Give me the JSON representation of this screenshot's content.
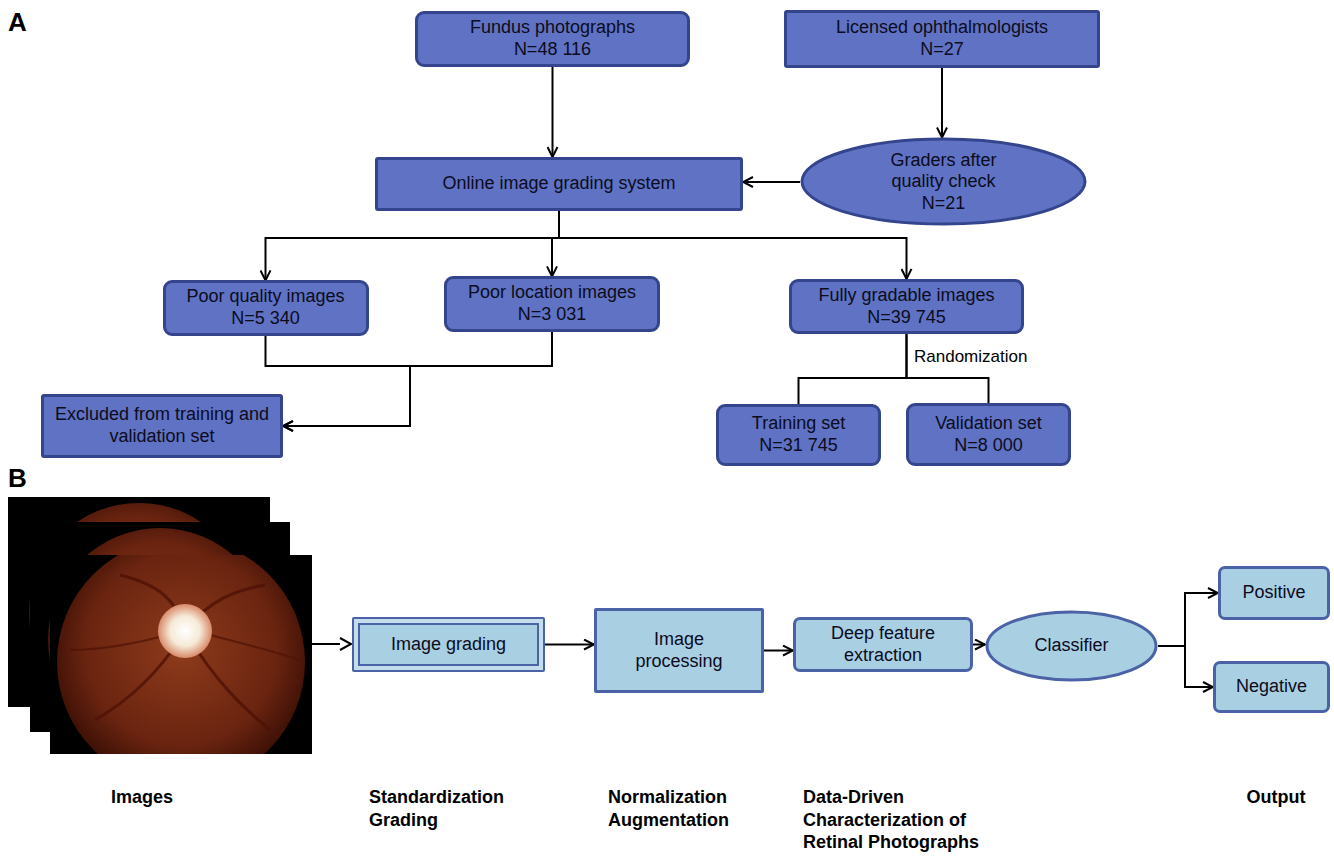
{
  "diagram": {
    "nodes": [
      {
        "text": [
          "Fundus photographs N=48 116"
        ]
      },
      {
        "text": [
          "Licensed ophthalmologists N=27"
        ]
      },
      {
        "text": [
          "Online image grading system"
        ]
      },
      {
        "text": [
          "Graders after quality check N=21"
        ]
      },
      {
        "text": [
          "Poor quality images N=5 340"
        ]
      },
      {
        "text": [
          "Poor location images N=3 031"
        ]
      },
      {
        "text": [
          "Fully gradable images N=39 745"
        ]
      },
      {
        "text": [
          "Excluded from training and validation set"
        ]
      },
      {
        "text": [
          "Training set N=31 745"
        ]
      },
      {
        "text": [
          "Validation set N=8 000"
        ]
      },
      {
        "text": [
          "Image grading"
        ]
      },
      {
        "text": [
          "Image processing"
        ]
      },
      {
        "text": [
          "Deep feature extraction"
        ]
      },
      {
        "text": [
          "Classifier"
        ]
      },
      {
        "text": [
          "Positive"
        ]
      },
      {
        "text": [
          "Negative"
        ]
      }
    ],
    "edges": [
      {
        "from": 0,
        "to": 2,
        "arrow": "to"
      },
      {
        "from": 1,
        "to": 3,
        "arrow": "to"
      },
      {
        "from": 3,
        "to": 2,
        "arrow": "to"
      },
      {
        "from": 2,
        "to": 4,
        "arrow": "to"
      },
      {
        "from": 2,
        "to": 5,
        "arrow": "to"
      },
      {
        "from": 2,
        "to": 6,
        "arrow": "to"
      },
      {
        "from": 4,
        "to": 7,
        "arrow": "to"
      },
      {
        "from": 5,
        "to": 7,
        "arrow": "to"
      },
      {
        "from": 6,
        "to": 8,
        "arrow": "none"
      },
      {
        "from": 6,
        "to": 9,
        "arrow": "none"
      },
      {
        "from": 10,
        "to": 11,
        "arrow": "to"
      },
      {
        "from": 11,
        "to": 12,
        "arrow": "to"
      },
      {
        "from": 12,
        "to": 13,
        "arrow": "to"
      },
      {
        "from": 13,
        "to": 14,
        "arrow": "to"
      },
      {
        "from": 13,
        "to": 15,
        "arrow": "to"
      }
    ],
    "labels": [
      "A",
      "B",
      "Randomization",
      "Images",
      "Standardization Grading",
      "Normalization Augmentation",
      "Data-Driven Characterization of Retinal Photographs",
      "Output"
    ]
  }
}
